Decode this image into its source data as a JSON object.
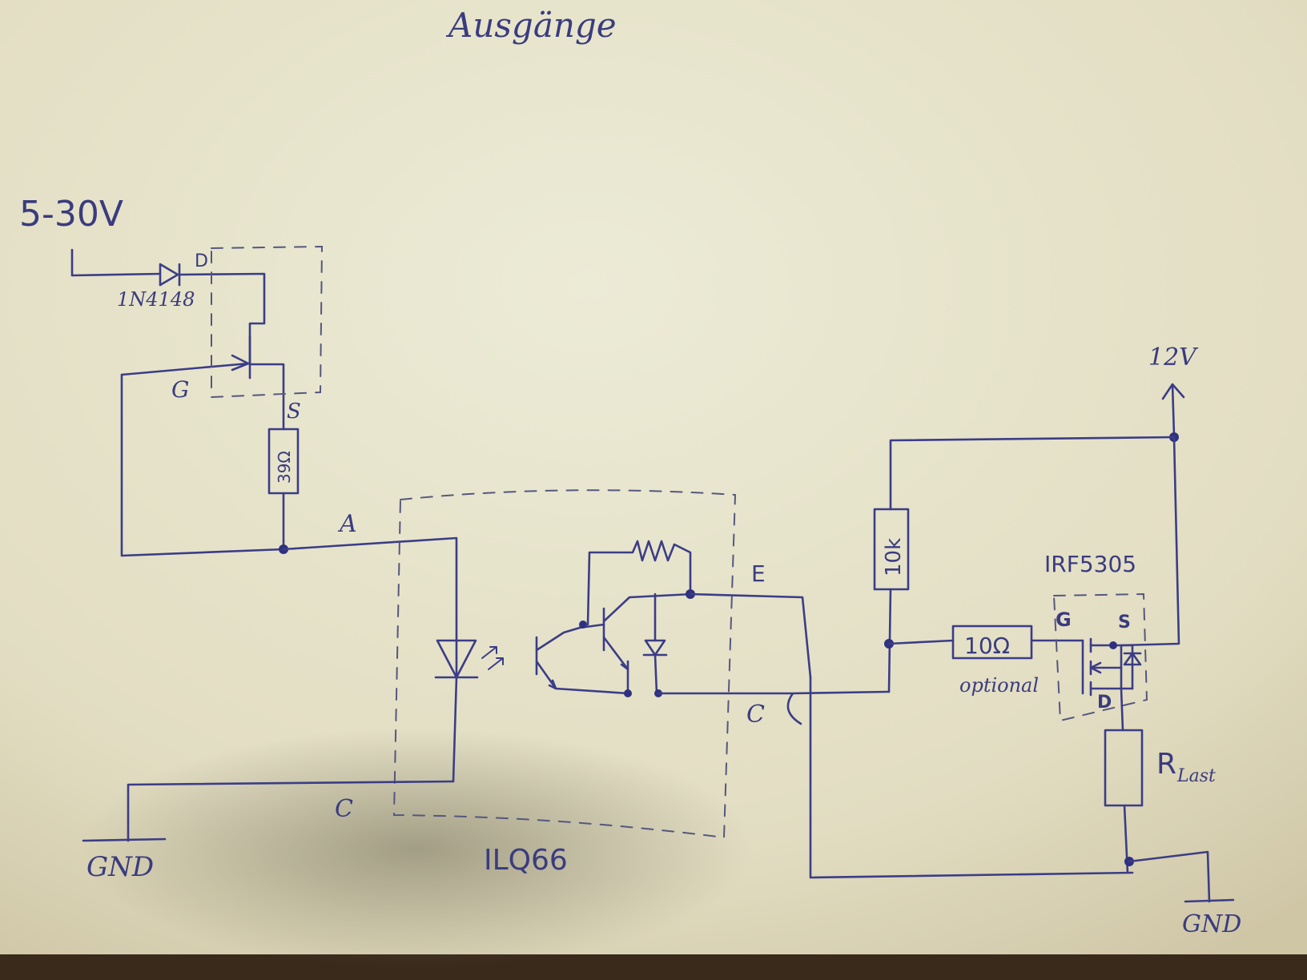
{
  "title": "Ausgänge",
  "labels": {
    "supply_voltage": "5-30V",
    "diode_part": "1N4148",
    "jfet_drain": "D",
    "jfet_gate": "G",
    "jfet_source": "S",
    "source_resistor": "39Ω",
    "opto_anode": "A",
    "opto_cathode": "C",
    "opto_emitter": "E",
    "opto_collector": "C",
    "opto_part": "ILQ66",
    "gnd_left": "GND",
    "pullup_resistor": "10k",
    "supply_12v": "12V",
    "mosfet_part": "IRF5305",
    "mosfet_gate": "G",
    "mosfet_source": "S",
    "mosfet_drain": "D",
    "gate_resistor": "10Ω",
    "gate_resistor_note": "optional",
    "load_resistor": "R",
    "load_resistor_sub": "Last",
    "gnd_right": "GND"
  },
  "colors": {
    "paper": "#e9e6cf",
    "ink": "#3b3d86",
    "table": "#3a2a1c"
  }
}
